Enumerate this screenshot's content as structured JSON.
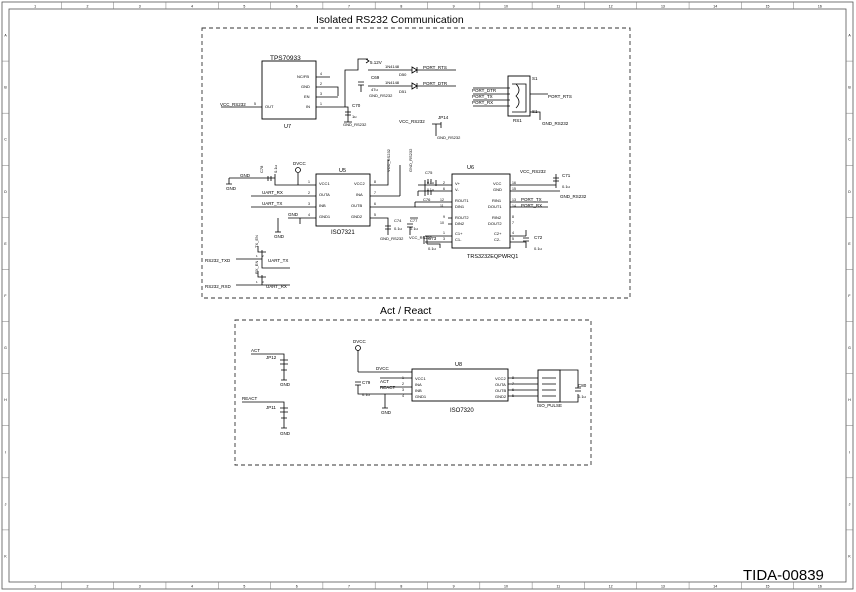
{
  "drawing_id": "TIDA-00839",
  "border": {
    "columns": [
      "1",
      "2",
      "3",
      "4",
      "5",
      "6",
      "7",
      "8",
      "9",
      "10",
      "11",
      "12",
      "13",
      "14",
      "15",
      "16"
    ],
    "rows": [
      "A",
      "B",
      "C",
      "D",
      "E",
      "F",
      "G",
      "H",
      "I",
      "J",
      "K"
    ]
  },
  "sections": {
    "rs232": "Isolated RS232 Communication",
    "act": "Act / React"
  },
  "u7": {
    "name": "TPS70933",
    "ref": "U7",
    "pins": {
      "nofb": "NC/FB",
      "gnd": "GND",
      "en": "EN",
      "in": "IN",
      "out": "OUT"
    },
    "nums": {
      "nofb": "4",
      "gnd": "2",
      "en": "3",
      "in": "1",
      "out": "5"
    },
    "vcc": "VCC_RS232"
  },
  "rail_512": "5.12V",
  "c69": {
    "ref": "C69",
    "val": "47u"
  },
  "c70": {
    "ref": "C70",
    "val": "1u"
  },
  "gnd_rs232": "GND_RS232",
  "d50": {
    "part": "1N4148",
    "ref": "D50"
  },
  "d51": {
    "part": "1N4148",
    "ref": "D51"
  },
  "port_rts": "PORT_RTS",
  "port_dtr": "PORT_DTR",
  "port_tx": "PORT_TX",
  "port_rx": "PORT_RX",
  "jp14": {
    "ref": "JP14",
    "vcc": "VCC_RS232"
  },
  "rs1": {
    "ref": "RS1",
    "s1": "S1",
    "s1b": "S1"
  },
  "u5": {
    "ref": "U5",
    "name": "ISO7321",
    "pins": {
      "vcc1": "VCC1",
      "outa": "OUTA",
      "inb": "INB",
      "gnd1": "GND1",
      "vcc2": "VCC2",
      "ina": "INA",
      "outb": "OUTB",
      "gnd2": "GND2"
    },
    "nums": {
      "vcc1": "1",
      "outa": "2",
      "inb": "3",
      "gnd1": "4",
      "vcc2": "8",
      "ina": "7",
      "outb": "6",
      "gnd2": "5"
    }
  },
  "c78": {
    "ref": "C78",
    "val": "0.1u"
  },
  "dvcc": "DVCC",
  "gnd": "GND",
  "uart_rx": "UART_RX",
  "uart_tx": "UART_TX",
  "c74": {
    "ref": "C74",
    "val": "0.1u"
  },
  "c77": {
    "ref": "C77",
    "val": "0.1u"
  },
  "vcc_rs232": "VCC_RS232",
  "u6": {
    "ref": "U6",
    "name": "TRS3232EQPWRQ1",
    "pins": {
      "vplus": "V+",
      "vminus": "V-",
      "rout1": "ROUT1",
      "din1": "DIN1",
      "rout2": "ROUT2",
      "din2": "DIN2",
      "c1p": "C1+",
      "c1m": "C1-",
      "vcc": "VCC",
      "gnd": "GND",
      "rin1": "RIN1",
      "dout1": "DOUT1",
      "rin2": "RIN2",
      "dout2": "DOUT2",
      "c2p": "C2+",
      "c2m": "C2-"
    },
    "nums": {
      "vplus": "2",
      "vminus": "6",
      "rout1": "12",
      "din1": "11",
      "rout2": "9",
      "din2": "10",
      "c1p": "1",
      "c1m": "3",
      "vcc": "16",
      "gnd": "15",
      "rin1": "13",
      "dout1": "14",
      "rin2": "8",
      "dout2": "7",
      "c2p": "4",
      "c2m": "5"
    }
  },
  "c75": {
    "ref": "C75",
    "val": "0.1u"
  },
  "c76": {
    "ref": "C76",
    "val": "0.1u"
  },
  "c73": {
    "ref": "C73",
    "val": "0.1u"
  },
  "c72": {
    "ref": "C72",
    "val": "0.1u"
  },
  "c71": {
    "ref": "C71",
    "val": "0.1u"
  },
  "rs232_txd": "RS232_TXD",
  "rs232_rxd": "RS232_RXD",
  "tx_en": "TX_EN",
  "rx_en": "RX_EN",
  "q_pins": {
    "a": "1",
    "b": "2",
    "c": "3"
  },
  "act": "ACT",
  "react": "REACT",
  "jp12": {
    "ref": "JP12"
  },
  "jp11": {
    "ref": "JP11"
  },
  "c79": {
    "ref": "C79",
    "val": "0.1u"
  },
  "u8": {
    "ref": "U8",
    "name": "ISO7320",
    "pins": {
      "vcc1": "VCC1",
      "ina": "INA",
      "inb": "INB",
      "gnd1": "GND1",
      "vcc2": "VCC2",
      "outa": "OUTA",
      "outb": "OUTB",
      "gnd2": "GND2"
    },
    "nums": {
      "vcc1": "1",
      "ina": "2",
      "inb": "3",
      "gnd1": "4",
      "vcc2": "8",
      "outa": "7",
      "outb": "6",
      "gnd2": "5"
    }
  },
  "iso_pulse": "ISO_PULSE",
  "c80": {
    "ref": "C80",
    "val": "0.1u"
  }
}
